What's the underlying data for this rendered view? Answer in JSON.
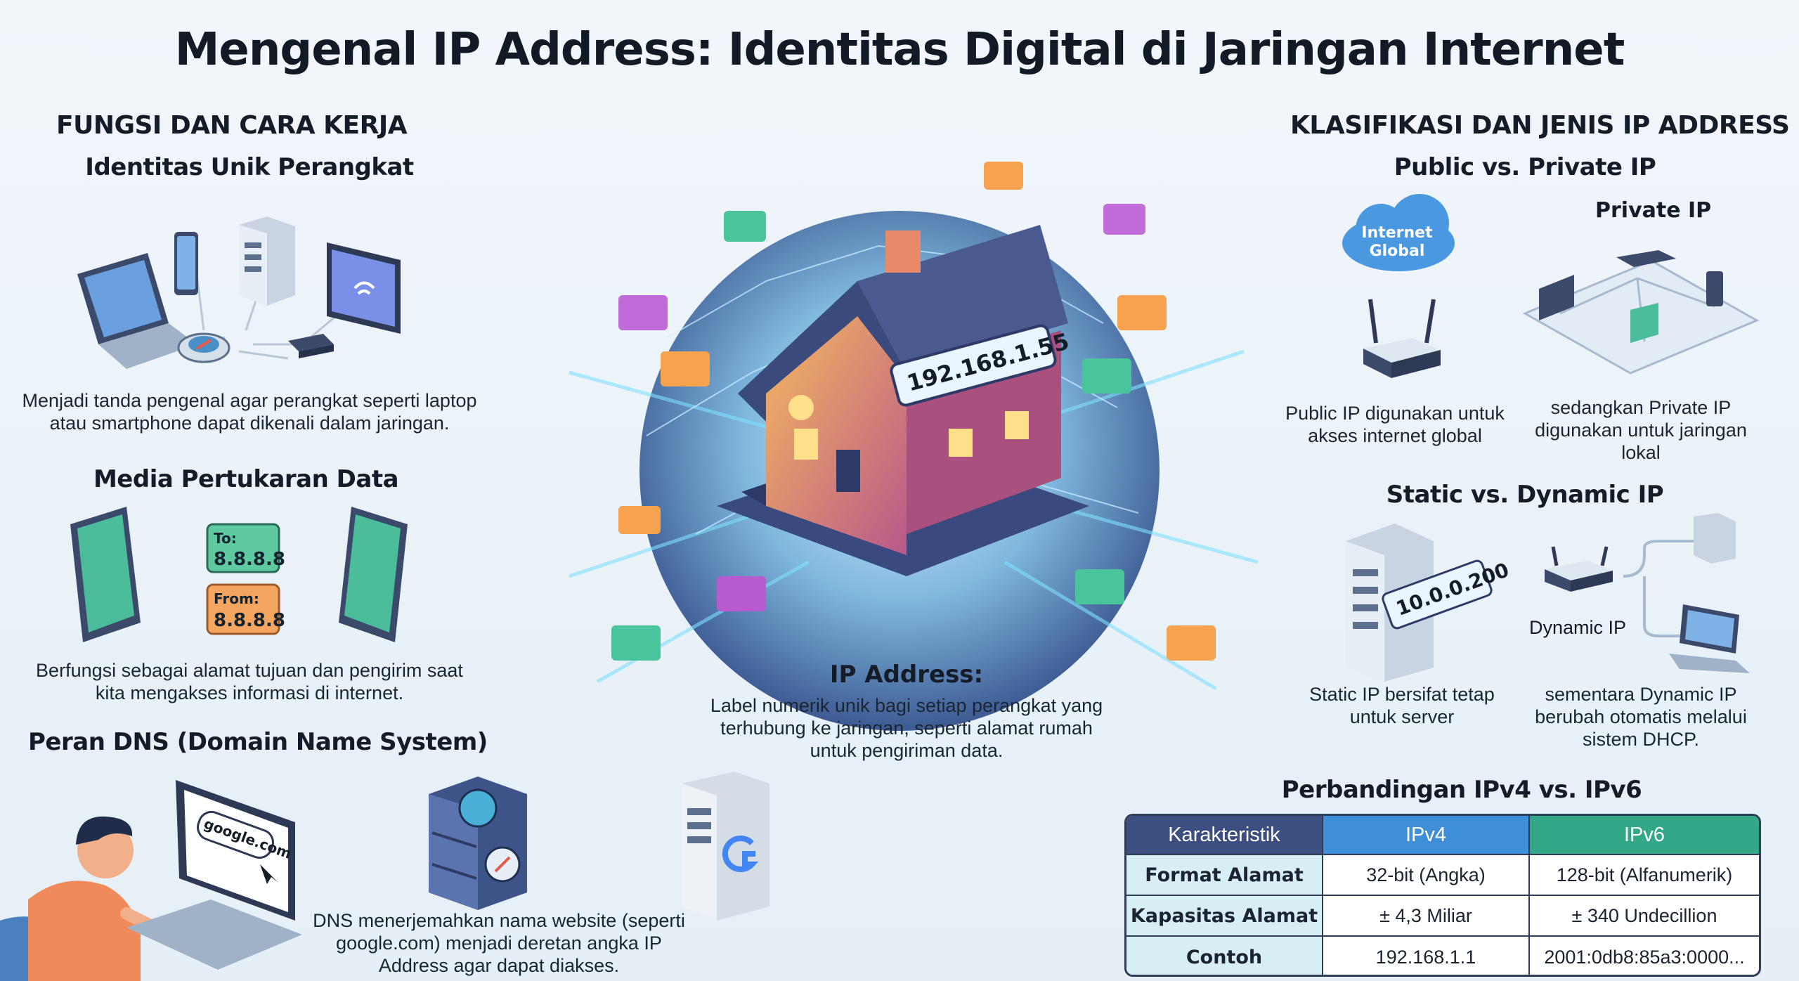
{
  "title": "Mengenal IP Address: Identitas Digital di Jaringan Internet",
  "left": {
    "heading": "FUNGSI DAN CARA KERJA",
    "identitas": {
      "title": "Identitas Unik Perangkat",
      "desc": "Menjadi tanda pengenal agar perangkat seperti laptop atau smartphone dapat dikenali dalam jaringan."
    },
    "media": {
      "title": "Media Pertukaran Data",
      "to_label": "To:",
      "to_ip": "8.8.8.8",
      "from_label": "From:",
      "from_ip": "8.8.8.8",
      "desc": "Berfungsi sebagai alamat tujuan dan pengirim saat kita mengakses informasi di internet."
    },
    "dns": {
      "title": "Peran DNS (Domain Name System)",
      "browser_text": "google.com",
      "desc": "DNS menerjemahkan nama website (seperti google.com) menjadi deretan angka IP Address agar dapat diakses."
    }
  },
  "center": {
    "house_ip": "192.168.1.55",
    "caption_title": "IP Address:",
    "caption_desc": "Label numerik unik bagi setiap perangkat yang terhubung ke jaringan, seperti alamat rumah untuk pengiriman data."
  },
  "right": {
    "heading": "KLASIFIKASI DAN JENIS IP ADDRESS",
    "public_private": {
      "title": "Public vs. Private IP",
      "cloud_text": "Internet Global",
      "private_label": "Private IP",
      "public_desc": "Public IP digunakan untuk akses internet global",
      "private_desc": "sedangkan Private IP digunakan untuk jaringan lokal"
    },
    "static_dynamic": {
      "title": "Static vs. Dynamic IP",
      "server_ip": "10.0.0.200",
      "dynamic_label": "Dynamic IP",
      "static_desc": "Static IP bersifat tetap untuk server",
      "dynamic_desc": "sementara Dynamic IP berubah otomatis melalui sistem DHCP."
    },
    "comparison": {
      "title": "Perbandingan IPv4 vs. IPv6",
      "headers": [
        "Karakteristik",
        "IPv4",
        "IPv6"
      ],
      "rows": [
        [
          "Format Alamat",
          "32-bit (Angka)",
          "128-bit (Alfanumerik)"
        ],
        [
          "Kapasitas Alamat",
          "± 4,3 Miliar",
          "± 340 Undecillion"
        ],
        [
          "Contoh",
          "192.168.1.1",
          "2001:0db8:85a3:0000..."
        ]
      ]
    }
  },
  "colors": {
    "navy": "#3d4e80",
    "ipv4_blue": "#3f8fd8",
    "ipv6_green": "#33a888",
    "house_orange": "#f2a05a",
    "globe_blue": "#4a90c8"
  }
}
